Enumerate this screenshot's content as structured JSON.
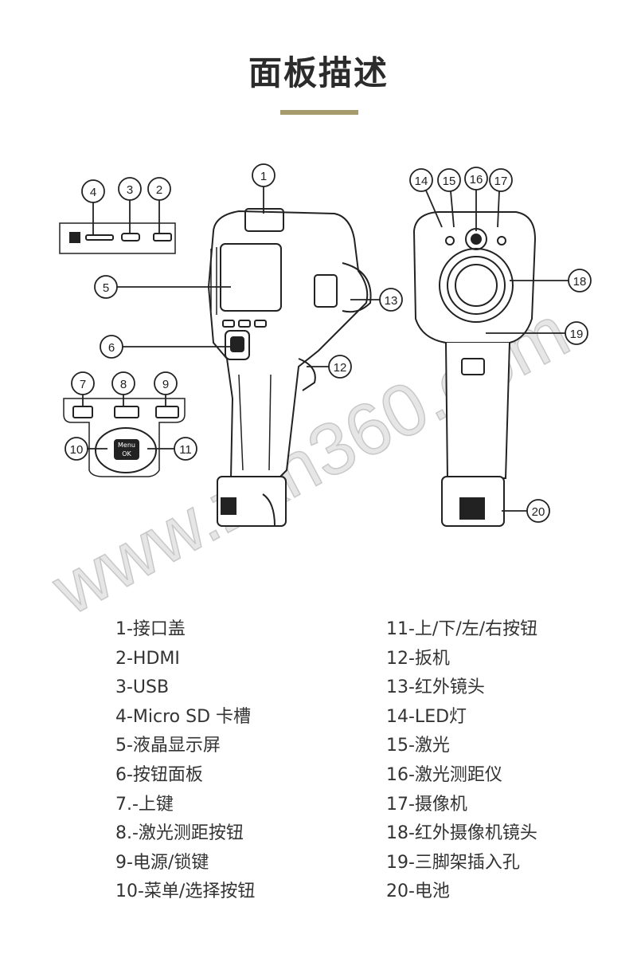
{
  "title": "面板描述",
  "watermark": "www.zkh360.com",
  "callouts": [
    "1",
    "2",
    "3",
    "4",
    "5",
    "6",
    "7",
    "8",
    "9",
    "10",
    "11",
    "12",
    "13",
    "14",
    "15",
    "16",
    "17",
    "18",
    "19",
    "20"
  ],
  "button_panel": {
    "menu_label": "Menu",
    "ok_label": "OK"
  },
  "legend_left": [
    "1-接口盖",
    "2-HDMI",
    "3-USB",
    "4-Micro SD 卡槽",
    "5-液晶显示屏",
    "6-按钮面板",
    "7.-上键",
    "8.-激光测距按钮",
    "9-电源/锁键",
    "10-菜单/选择按钮"
  ],
  "legend_right": [
    "11-上/下/左/右按钮",
    "12-扳机",
    "13-红外镜头",
    "14-LED灯",
    "15-激光",
    "16-激光测距仪",
    "17-摄像机",
    "18-红外摄像机镜头",
    "19-三脚架插入孔",
    "20-电池"
  ],
  "colors": {
    "accent_bar": "#a69b6c",
    "text": "#333333"
  }
}
